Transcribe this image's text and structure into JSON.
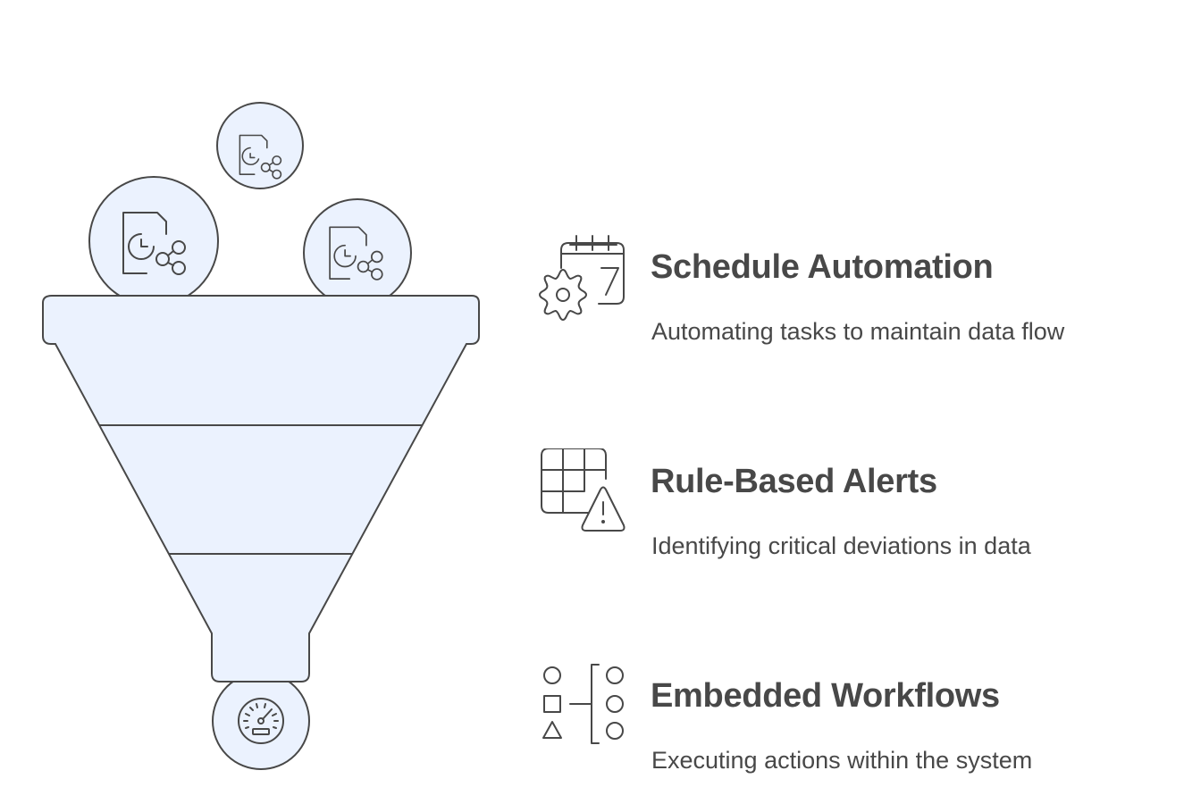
{
  "diagram": {
    "type": "funnel",
    "colors": {
      "fill": "#ebf2fe",
      "stroke": "#484848",
      "text": "#484848",
      "background": "#ffffff"
    },
    "inputs": [
      {
        "icon": "document-clock-share-icon",
        "position": "top-center"
      },
      {
        "icon": "document-clock-share-icon",
        "position": "left"
      },
      {
        "icon": "document-clock-share-icon",
        "position": "right"
      }
    ],
    "output": {
      "icon": "speedometer-gauge-icon"
    },
    "stages": 3
  },
  "items": [
    {
      "title": "Schedule Automation",
      "description": "Automating tasks to maintain data flow",
      "icon": "calendar-gear-icon"
    },
    {
      "title": "Rule-Based Alerts",
      "description": "Identifying critical deviations in data",
      "icon": "table-warning-icon"
    },
    {
      "title": "Embedded Workflows",
      "description": "Executing actions within the system",
      "icon": "shapes-branch-icon"
    }
  ]
}
